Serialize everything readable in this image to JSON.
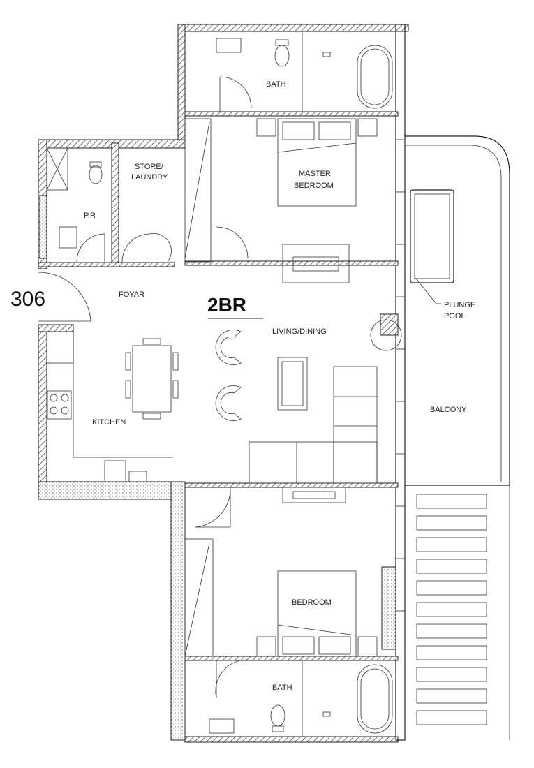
{
  "plan": {
    "unit_number": "306",
    "unit_type": "2BR",
    "rooms": {
      "bath_top": "BATH",
      "master_bedroom_1": "MASTER",
      "master_bedroom_2": "BEDROOM",
      "store_1": "STORE/",
      "store_2": "LAUNDRY",
      "powder_room": "P.R",
      "foyer": "FOYAR",
      "living_dining": "LIVING/DINING",
      "plunge_pool_1": "PLUNGE",
      "plunge_pool_2": "POOL",
      "kitchen": "KITCHEN",
      "balcony": "BALCONY",
      "bedroom": "BEDROOM",
      "bath_bottom": "BATH"
    }
  }
}
